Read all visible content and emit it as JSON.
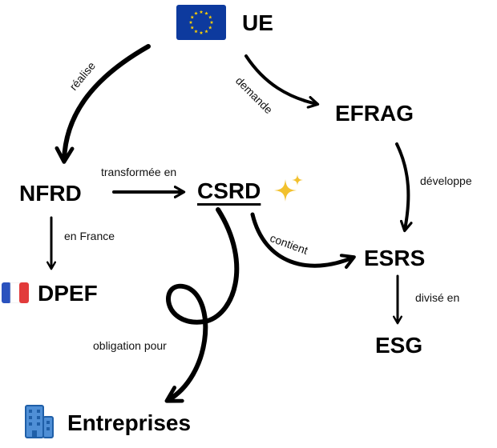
{
  "nodes": {
    "ue": "UE",
    "efrag": "EFRAG",
    "nfrd": "NFRD",
    "csrd": "CSRD",
    "esrs": "ESRS",
    "dpef": "DPEF",
    "esg": "ESG",
    "entreprises": "Entreprises"
  },
  "edges": {
    "realise": "réalise",
    "demande": "demande",
    "transformee_en": "transformée en",
    "developpe": "développe",
    "en_france": "en France",
    "contient": "contient",
    "divise_en": "divisé en",
    "obligation_pour": "obligation pour"
  },
  "colors": {
    "eu_blue": "#0d3a9e",
    "eu_star": "#ffd200",
    "sparkle": "#f2c12e",
    "flag_blue": "#2a52be",
    "flag_red": "#e23b3b",
    "building": "#1f5fa8"
  },
  "icons": {
    "eu_flag": "eu-flag-icon",
    "sparkle": "sparkle-icon",
    "france_flag": "france-flag-icon",
    "building": "building-icon"
  }
}
